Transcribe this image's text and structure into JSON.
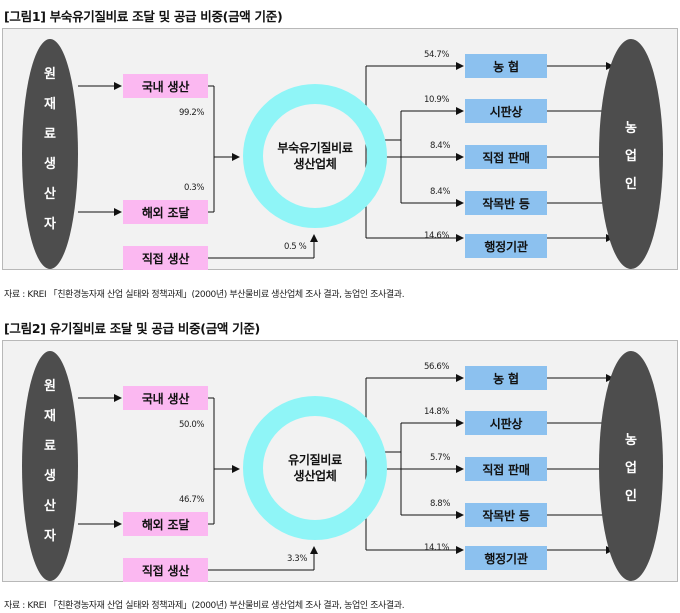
{
  "figures": [
    {
      "title": "[그림1] 부숙유기질비료 조달 및 공급 비중(금액 기준)",
      "source_left": [
        "원",
        "재",
        "료",
        "생",
        "산",
        "자"
      ],
      "source_right": [
        "농",
        "업",
        "인"
      ],
      "inputs": {
        "domestic": "국내 생산",
        "overseas": "해외 조달",
        "direct": "직접 생산"
      },
      "input_pcts": {
        "domestic": "99.2%",
        "overseas": "0.3%",
        "direct": "0.5 %"
      },
      "center_lines": [
        "부숙유기질비료",
        "생산업체"
      ],
      "outputs": [
        {
          "label": "농 협",
          "pct": "54.7%"
        },
        {
          "label": "시판상",
          "pct": "10.9%"
        },
        {
          "label": "직접 판매",
          "pct": "8.4%"
        },
        {
          "label": "작목반 등",
          "pct": "8.4%"
        },
        {
          "label": "행정기관",
          "pct": "14.6%"
        }
      ],
      "source_note": "자료 : KREI 「친환경농자재 산업 실태와 정책과제」(2000년) 부산물비료 생산업체 조사 결과, 농업인 조사결과."
    },
    {
      "title": "[그림2] 유기질비료 조달 및 공급 비중(금액 기준)",
      "source_left": [
        "원",
        "재",
        "료",
        "생",
        "산",
        "자"
      ],
      "source_right": [
        "농",
        "업",
        "인"
      ],
      "inputs": {
        "domestic": "국내 생산",
        "overseas": "해외 조달",
        "direct": "직접 생산"
      },
      "input_pcts": {
        "domestic": "50.0%",
        "overseas": "46.7%",
        "direct": "3.3%"
      },
      "center_lines": [
        "유기질비료",
        "생산업체"
      ],
      "outputs": [
        {
          "label": "농 협",
          "pct": "56.6%"
        },
        {
          "label": "시판상",
          "pct": "14.8%"
        },
        {
          "label": "직접 판매",
          "pct": "5.7%"
        },
        {
          "label": "작목반 등",
          "pct": "8.8%"
        },
        {
          "label": "행정기관",
          "pct": "14.1%"
        }
      ],
      "source_note": "자료 : KREI 「친환경농자재 산업 실태와 정책과제」(2000년) 부산물비료 생산업체 조사 결과, 농업인 조사결과."
    }
  ],
  "colors": {
    "ellipse": "#4d4d4d",
    "ring": "#8ff5f7",
    "input_box": "#fbb8f1",
    "output_box": "#8cc1ef",
    "panel_bg": "#f2f2f2"
  }
}
